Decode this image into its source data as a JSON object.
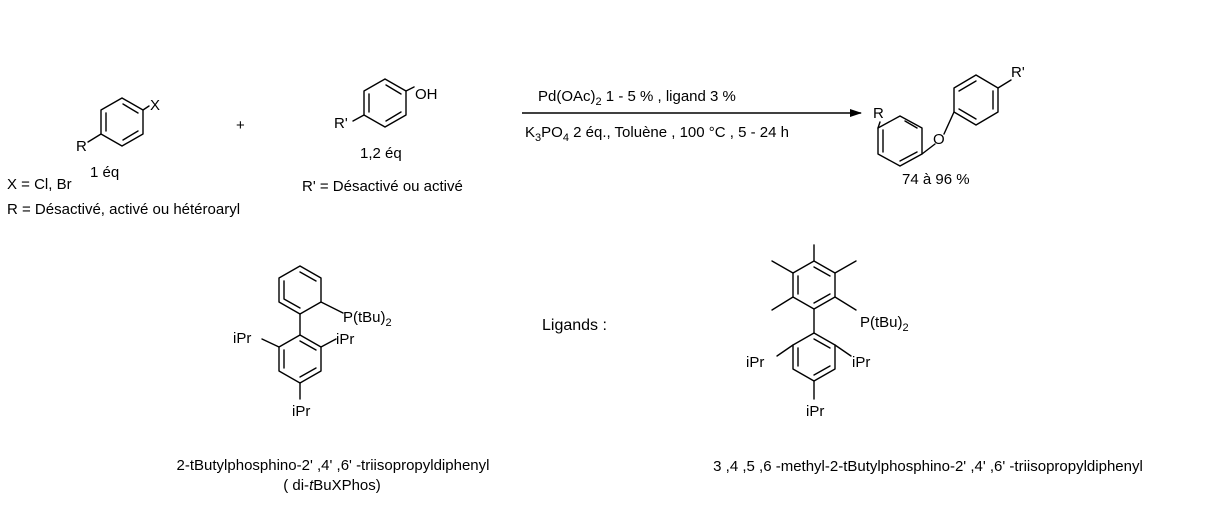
{
  "scheme": {
    "reagent1": {
      "label_r": "R",
      "label_x": "X",
      "eq": "1 éq",
      "note_x": "X = Cl, Br",
      "note_r": "R = Désactivé, activé ou hétéroaryl"
    },
    "plus": "+",
    "reagent2": {
      "label_r": "R'",
      "label_oh": "OH",
      "eq": "1,2 éq",
      "note_r": "R' = Désactivé ou activé"
    },
    "conditions": {
      "top_a": "Pd(OAc)",
      "top_sub": "2",
      "top_b": " 1 - 5 % , ligand 3 %",
      "bottom_a": "K",
      "bottom_sub1": "3",
      "bottom_b": "PO",
      "bottom_sub2": "4",
      "bottom_c": " 2 éq., Toluène , 100 °C , 5 - 24 h"
    },
    "product": {
      "label_r": "R",
      "label_rp": "R'",
      "label_o": "O",
      "yield": "74 à 96 %"
    }
  },
  "ligands": {
    "title": "Ligands :",
    "ligand1": {
      "substituent_p": "P(tBu)",
      "substituent_p_sub": "2",
      "ipr_left": "iPr",
      "ipr_right": "iPr",
      "ipr_bottom": "iPr",
      "name": "2-tButylphosphino-2' ,4' ,6' -triisopropyldiphenyl",
      "abbrev_open": "( di-",
      "abbrev_ital": "t",
      "abbrev_close": "BuXPhos)"
    },
    "ligand2": {
      "substituent_p": "P(tBu)",
      "substituent_p_sub": "2",
      "ipr_left": "iPr",
      "ipr_right": "iPr",
      "ipr_bottom": "iPr",
      "name": "3 ,4 ,5 ,6 -methyl-2-tButylphosphino-2' ,4' ,6' -triisopropyldiphenyl"
    }
  }
}
